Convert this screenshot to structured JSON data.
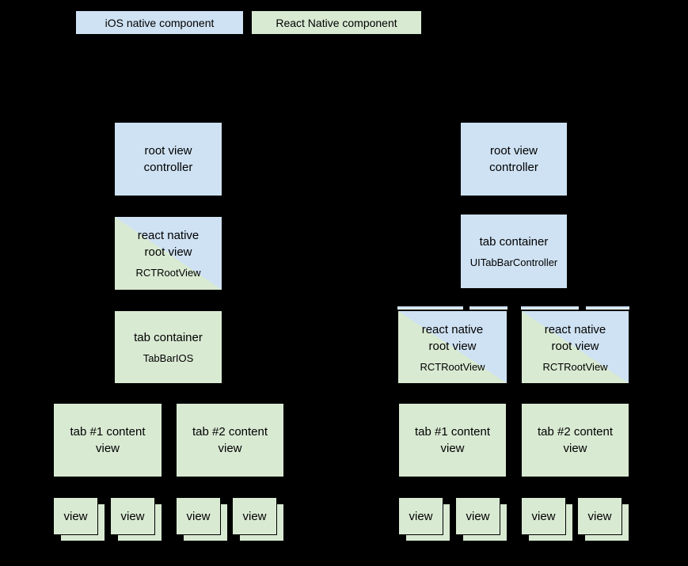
{
  "colors": {
    "background": "#000000",
    "ios_native_fill": "#cfe2f3",
    "react_native_fill": "#d9ead3",
    "text": "#000000",
    "strip_edge": "#ffffff"
  },
  "legend": {
    "ios": "iOS native component",
    "react": "React Native component"
  },
  "left": {
    "root_view_controller": {
      "label": "root view controller"
    },
    "react_root_view": {
      "label": "react native root view",
      "subtitle": "RCTRootView"
    },
    "tab_container": {
      "label": "tab container",
      "subtitle": "TabBarIOS"
    },
    "tab1": {
      "label": "tab #1 content view"
    },
    "tab2": {
      "label": "tab #2 content view"
    },
    "views": [
      "view",
      "view",
      "view",
      "view"
    ]
  },
  "right": {
    "root_view_controller": {
      "label": "root view controller"
    },
    "tab_container": {
      "label": "tab container",
      "subtitle": "UITabBarController"
    },
    "react_root_view_1": {
      "label": "react native root view",
      "subtitle": "RCTRootView"
    },
    "react_root_view_2": {
      "label": "react native root view",
      "subtitle": "RCTRootView"
    },
    "tab1": {
      "label": "tab #1 content view"
    },
    "tab2": {
      "label": "tab #2 content view"
    },
    "views": [
      "view",
      "view",
      "view",
      "view"
    ]
  }
}
